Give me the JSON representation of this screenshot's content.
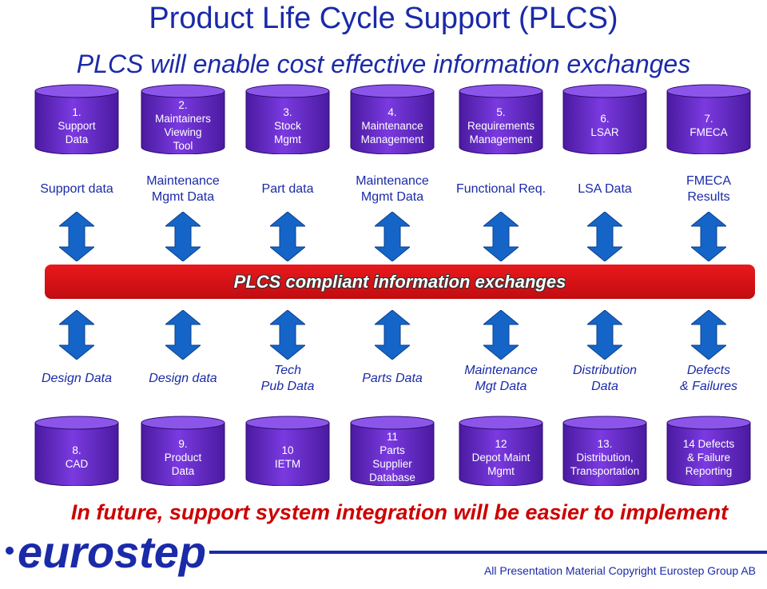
{
  "title": "Product Life Cycle Support (PLCS)",
  "subtitle": "PLCS will enable cost effective information exchanges",
  "top_systems": [
    {
      "lines": [
        "1.",
        "Support",
        "Data"
      ]
    },
    {
      "lines": [
        "2.",
        "Maintainers",
        "Viewing",
        "Tool"
      ]
    },
    {
      "lines": [
        "3.",
        "Stock",
        "Mgmt"
      ]
    },
    {
      "lines": [
        "4.",
        "Maintenance",
        "Management"
      ]
    },
    {
      "lines": [
        "5.",
        "Requirements",
        "Management"
      ]
    },
    {
      "lines": [
        "6.",
        "LSAR"
      ]
    },
    {
      "lines": [
        "7.",
        "FMECA"
      ]
    }
  ],
  "top_data_labels": [
    {
      "lines": [
        "Support  data"
      ]
    },
    {
      "lines": [
        "Maintenance",
        "Mgmt Data"
      ]
    },
    {
      "lines": [
        "Part data"
      ]
    },
    {
      "lines": [
        "Maintenance",
        "Mgmt Data"
      ]
    },
    {
      "lines": [
        "Functional Req."
      ]
    },
    {
      "lines": [
        "LSA Data"
      ]
    },
    {
      "lines": [
        "FMECA",
        "Results"
      ]
    }
  ],
  "exchange_bar": "PLCS compliant information exchanges",
  "bottom_data_labels": [
    {
      "lines": [
        "Design Data"
      ]
    },
    {
      "lines": [
        "Design data"
      ]
    },
    {
      "lines": [
        "Tech",
        "Pub Data"
      ]
    },
    {
      "lines": [
        "Parts Data"
      ]
    },
    {
      "lines": [
        "Maintenance",
        "Mgt Data"
      ]
    },
    {
      "lines": [
        "Distribution",
        "Data"
      ]
    },
    {
      "lines": [
        "Defects",
        "& Failures"
      ]
    }
  ],
  "bottom_systems": [
    {
      "lines": [
        "8.",
        "CAD"
      ]
    },
    {
      "lines": [
        "9.",
        "Product",
        "Data"
      ]
    },
    {
      "lines": [
        "10",
        "IETM"
      ]
    },
    {
      "lines": [
        "11",
        "Parts",
        "Supplier",
        "Database"
      ]
    },
    {
      "lines": [
        "12",
        "Depot Maint",
        "Mgmt"
      ]
    },
    {
      "lines": [
        "13.",
        "Distribution,",
        "Transportation"
      ]
    },
    {
      "lines": [
        "14 Defects",
        "& Failure",
        "Reporting"
      ]
    }
  ],
  "future_statement": "In future, support system integration will be easier to implement",
  "logo_text": "eurostep",
  "copyright": "All Presentation Material Copyright Eurostep Group AB",
  "colors": {
    "title": "#1a2aa8",
    "cylinder": "#6a28c8",
    "arrow": "#1565c8",
    "bar": "#d51014",
    "future": "#cc0000"
  }
}
